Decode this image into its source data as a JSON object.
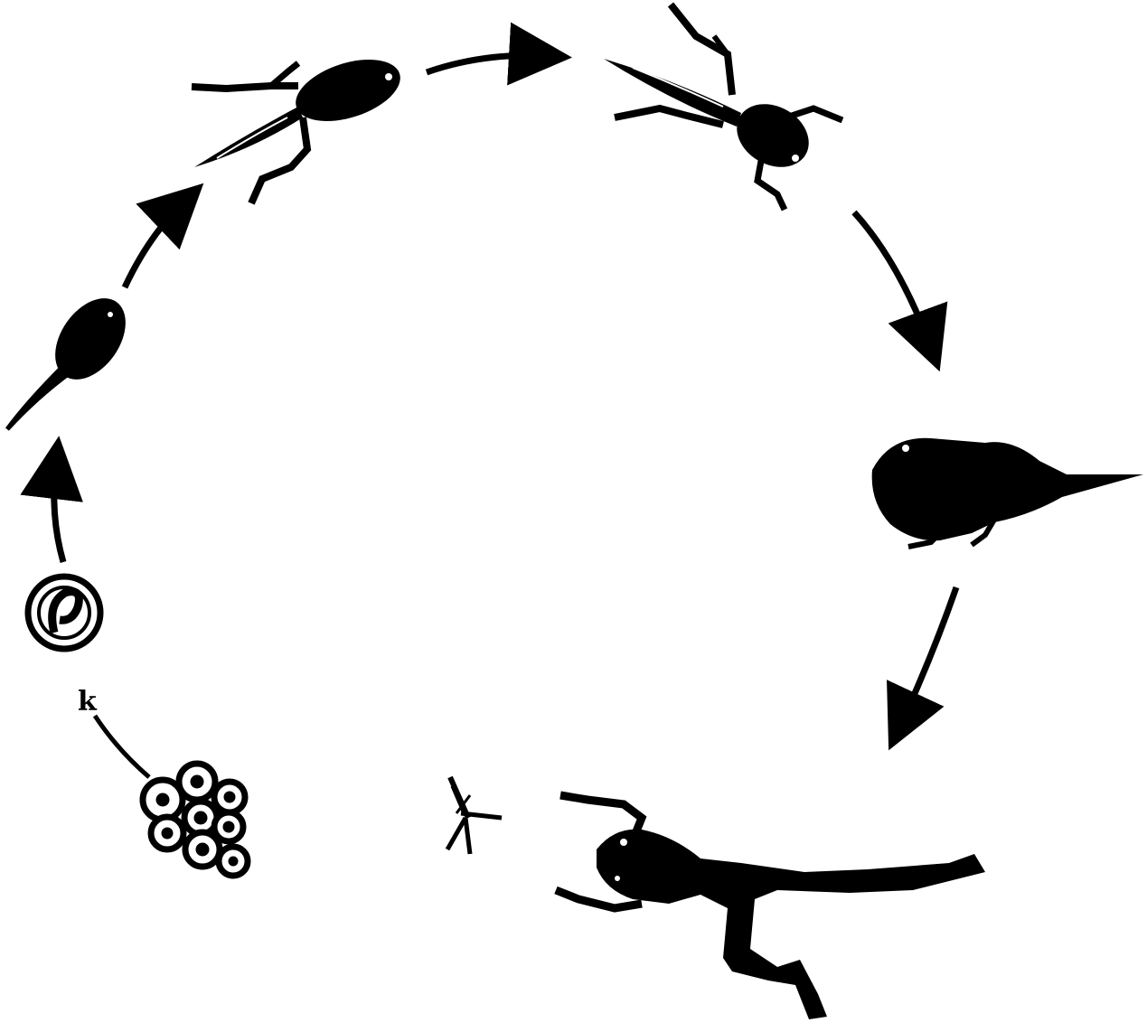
{
  "diagram": {
    "labels": {
      "k": "k"
    },
    "colors": {
      "ink": "#000000",
      "paper": "#ffffff"
    },
    "stages": [
      {
        "id": "egg-cluster",
        "icon": "frog-spawn-icon"
      },
      {
        "id": "single-egg",
        "icon": "embryo-egg-icon"
      },
      {
        "id": "tadpole",
        "icon": "tadpole-icon"
      },
      {
        "id": "tadpole-hind-legs",
        "icon": "tadpole-with-legs-icon"
      },
      {
        "id": "tadpole-four-legs",
        "icon": "tadpole-four-legs-icon"
      },
      {
        "id": "froglet",
        "icon": "froglet-icon"
      },
      {
        "id": "adult-frog",
        "icon": "adult-frog-icon"
      },
      {
        "id": "insect",
        "icon": "mosquito-icon"
      }
    ]
  }
}
